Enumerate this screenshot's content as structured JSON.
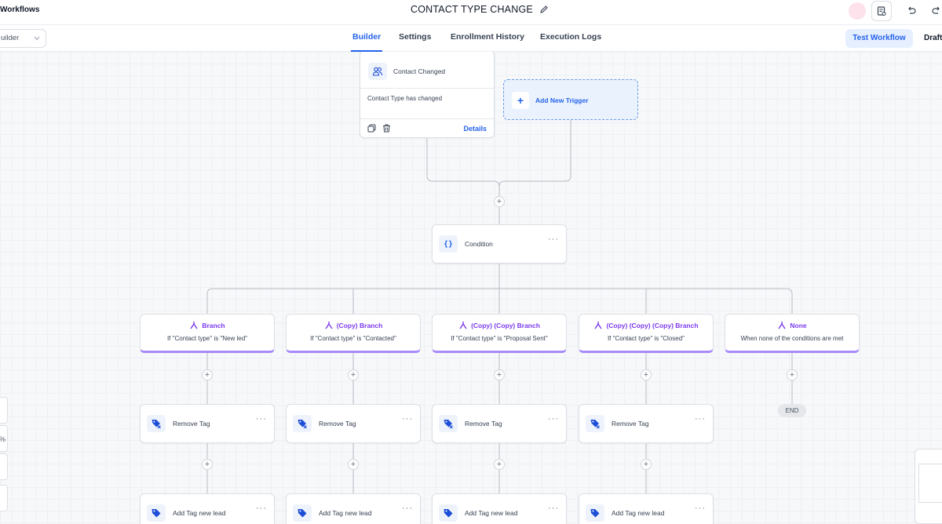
{
  "app": {
    "title": "Workflows",
    "workflow_name": "CONTACT TYPE CHANGE"
  },
  "tabs": {
    "builder_select": "uilder",
    "items": [
      {
        "label": "Builder",
        "active": true
      },
      {
        "label": "Settings"
      },
      {
        "label": "Enrollment History"
      },
      {
        "label": "Execution Logs"
      }
    ],
    "test_button": "Test Workflow",
    "status": "Draft"
  },
  "trigger": {
    "title": "Contact Changed",
    "description": "Contact Type has changed",
    "details_link": "Details"
  },
  "add_trigger": {
    "label": "Add New Trigger"
  },
  "condition": {
    "label": "Condition"
  },
  "branches": [
    {
      "title": "Branch",
      "condition": "If \"Contact type\" is \"New led\""
    },
    {
      "title": "(Copy) Branch",
      "condition": "If \"Contact type\" is \"Contacted\""
    },
    {
      "title": "(Copy) (Copy) Branch",
      "condition": "If \"Contact type\" is \"Proposal Sent\""
    },
    {
      "title": "(Copy) (Copy) (Copy) Branch",
      "condition": "If \"Contact type\" is \"Closed\""
    },
    {
      "title": "None",
      "condition": "When none of the conditions are met"
    }
  ],
  "actions": {
    "remove_tag": "Remove Tag",
    "add_tag": "Add Tag new lead",
    "end": "END"
  },
  "left_tools": {
    "percent": "%"
  },
  "colors": {
    "accent_blue": "#2563eb",
    "branch_purple": "#7c3aed",
    "branch_underline": "#a78bfa",
    "tag_blue": "#1d4ed8"
  }
}
